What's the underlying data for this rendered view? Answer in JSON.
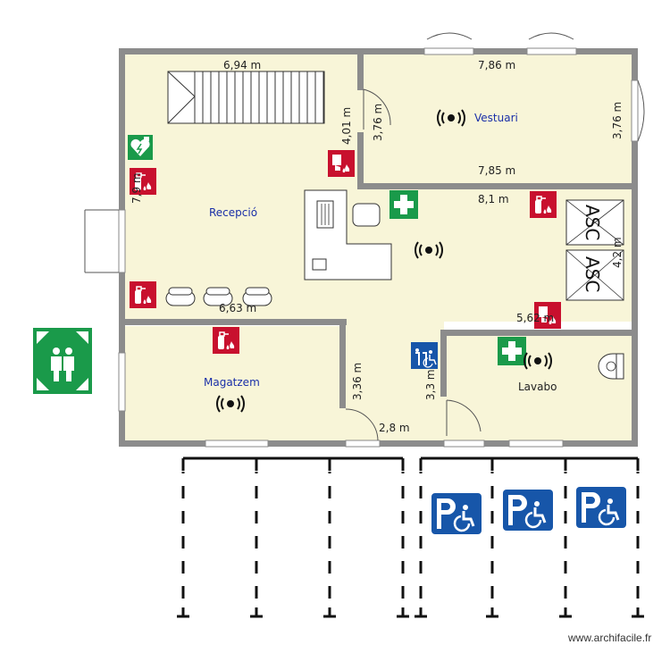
{
  "colors": {
    "floor": "#f8f5d8",
    "wall": "#8c8c8c",
    "room_label": "#1a2fa8",
    "safety_green": "#1a9a4a",
    "fire_red": "#c8102e",
    "parking_blue": "#1756a9"
  },
  "rooms": {
    "recepcio": "Recepció",
    "vestuari": "Vestuari",
    "magatzem": "Magatzem",
    "lavabo": "Lavabo"
  },
  "dimensions": {
    "top_left": "6,94 m",
    "stair_right": "4,01 m",
    "left_wall": "7,9 m",
    "recepcio_bottom": "6,63 m",
    "vestuari_top": "7,86 m",
    "vestuari_left": "3,76 m",
    "vestuari_right": "3,76 m",
    "vestuari_bottom": "7,85 m",
    "corridor": "8,1 m",
    "right_wall": "4,2 m",
    "lavabo_top": "5,62 m",
    "magatzem_right": "3,36 m",
    "corridor_vertical": "3,3 m",
    "bottom": "2,8 m"
  },
  "elevator": {
    "upper": "ASC",
    "lower": "ASC"
  },
  "icons": {
    "first_aid": "first-aid-icon",
    "defibrillator": "defibrillator-icon",
    "fire_extinguisher": "fire-extinguisher-icon",
    "fire_alarm": "fire-alarm-icon",
    "sensor": "sensor-icon",
    "assembly_point": "assembly-point-icon",
    "accessible_parking": "accessible-parking-icon",
    "accessible_wc": "accessible-wc-icon"
  },
  "watermark": "www.archifacile.fr"
}
